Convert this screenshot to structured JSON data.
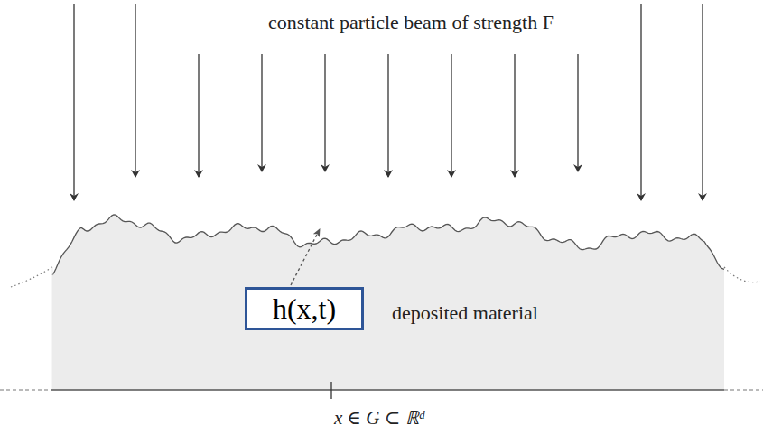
{
  "diagram": {
    "nodes": [
      {
        "text": [
          "h(x,t)"
        ]
      }
    ],
    "labels": [
      "constant particle beam of strength F",
      "deposited material",
      "x ∈ G ⊂ ℝᵈ"
    ]
  }
}
